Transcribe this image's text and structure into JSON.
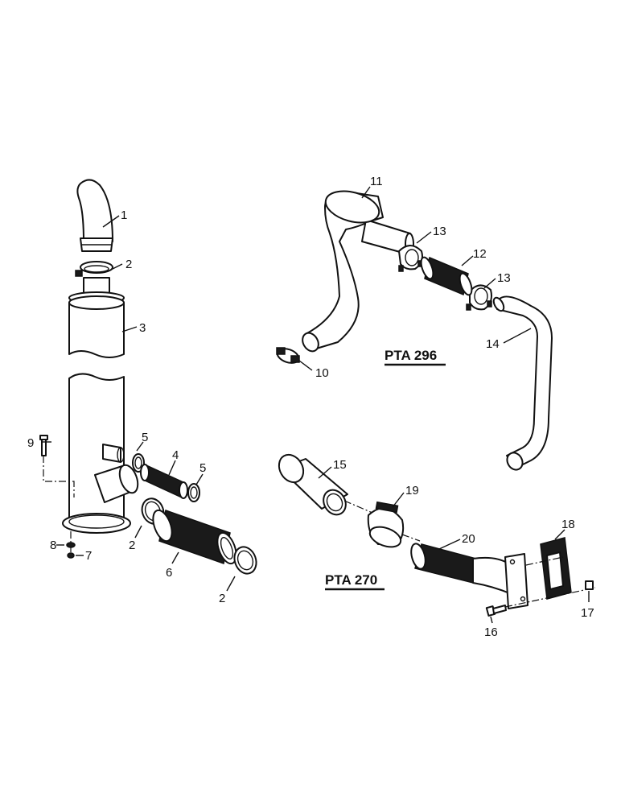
{
  "callouts": {
    "c1": "1",
    "c2a": "2",
    "c2b": "2",
    "c2c": "2",
    "c3": "3",
    "c4": "4",
    "c5a": "5",
    "c5b": "5",
    "c6": "6",
    "c7": "7",
    "c8": "8",
    "c9": "9",
    "c10": "10",
    "c11": "11",
    "c12": "12",
    "c13a": "13",
    "c13b": "13",
    "c14": "14",
    "c15": "15",
    "c16": "16",
    "c17": "17",
    "c18": "18",
    "c19": "19",
    "c20": "20"
  },
  "models": {
    "upper": "PTA 296",
    "lower": "PTA 270"
  },
  "colors": {
    "ink": "#111111",
    "paper": "#ffffff"
  }
}
